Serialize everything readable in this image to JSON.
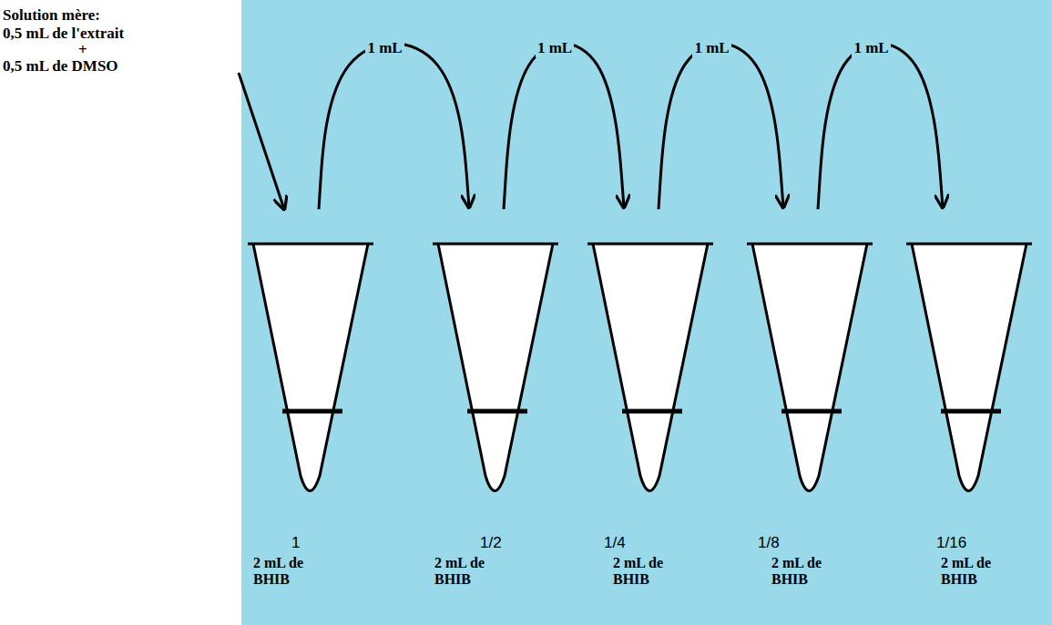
{
  "diagram": {
    "nodes": [
      {
        "text": [
          "1",
          "2 mL de BHIB"
        ]
      },
      {
        "text": [
          "1/2",
          "2 mL de BHIB"
        ]
      },
      {
        "text": [
          "1/4",
          "2 mL de BHIB"
        ]
      },
      {
        "text": [
          "1/8",
          "2 mL de BHIB"
        ]
      },
      {
        "text": [
          "1/16",
          "2 mL de BHIB"
        ]
      }
    ],
    "edges": [
      {
        "from": 0,
        "to": 1,
        "label": "1 mL",
        "arrow": "to"
      },
      {
        "from": 1,
        "to": 2,
        "label": "1 mL",
        "arrow": "to"
      },
      {
        "from": 2,
        "to": 3,
        "label": "1 mL",
        "arrow": "to"
      },
      {
        "from": 3,
        "to": 4,
        "label": "1 mL",
        "arrow": "to"
      }
    ],
    "labels": [
      "Solution mère:",
      "0,5 mL de l'extrait",
      "+",
      "0,5 mL de DMSO"
    ]
  }
}
